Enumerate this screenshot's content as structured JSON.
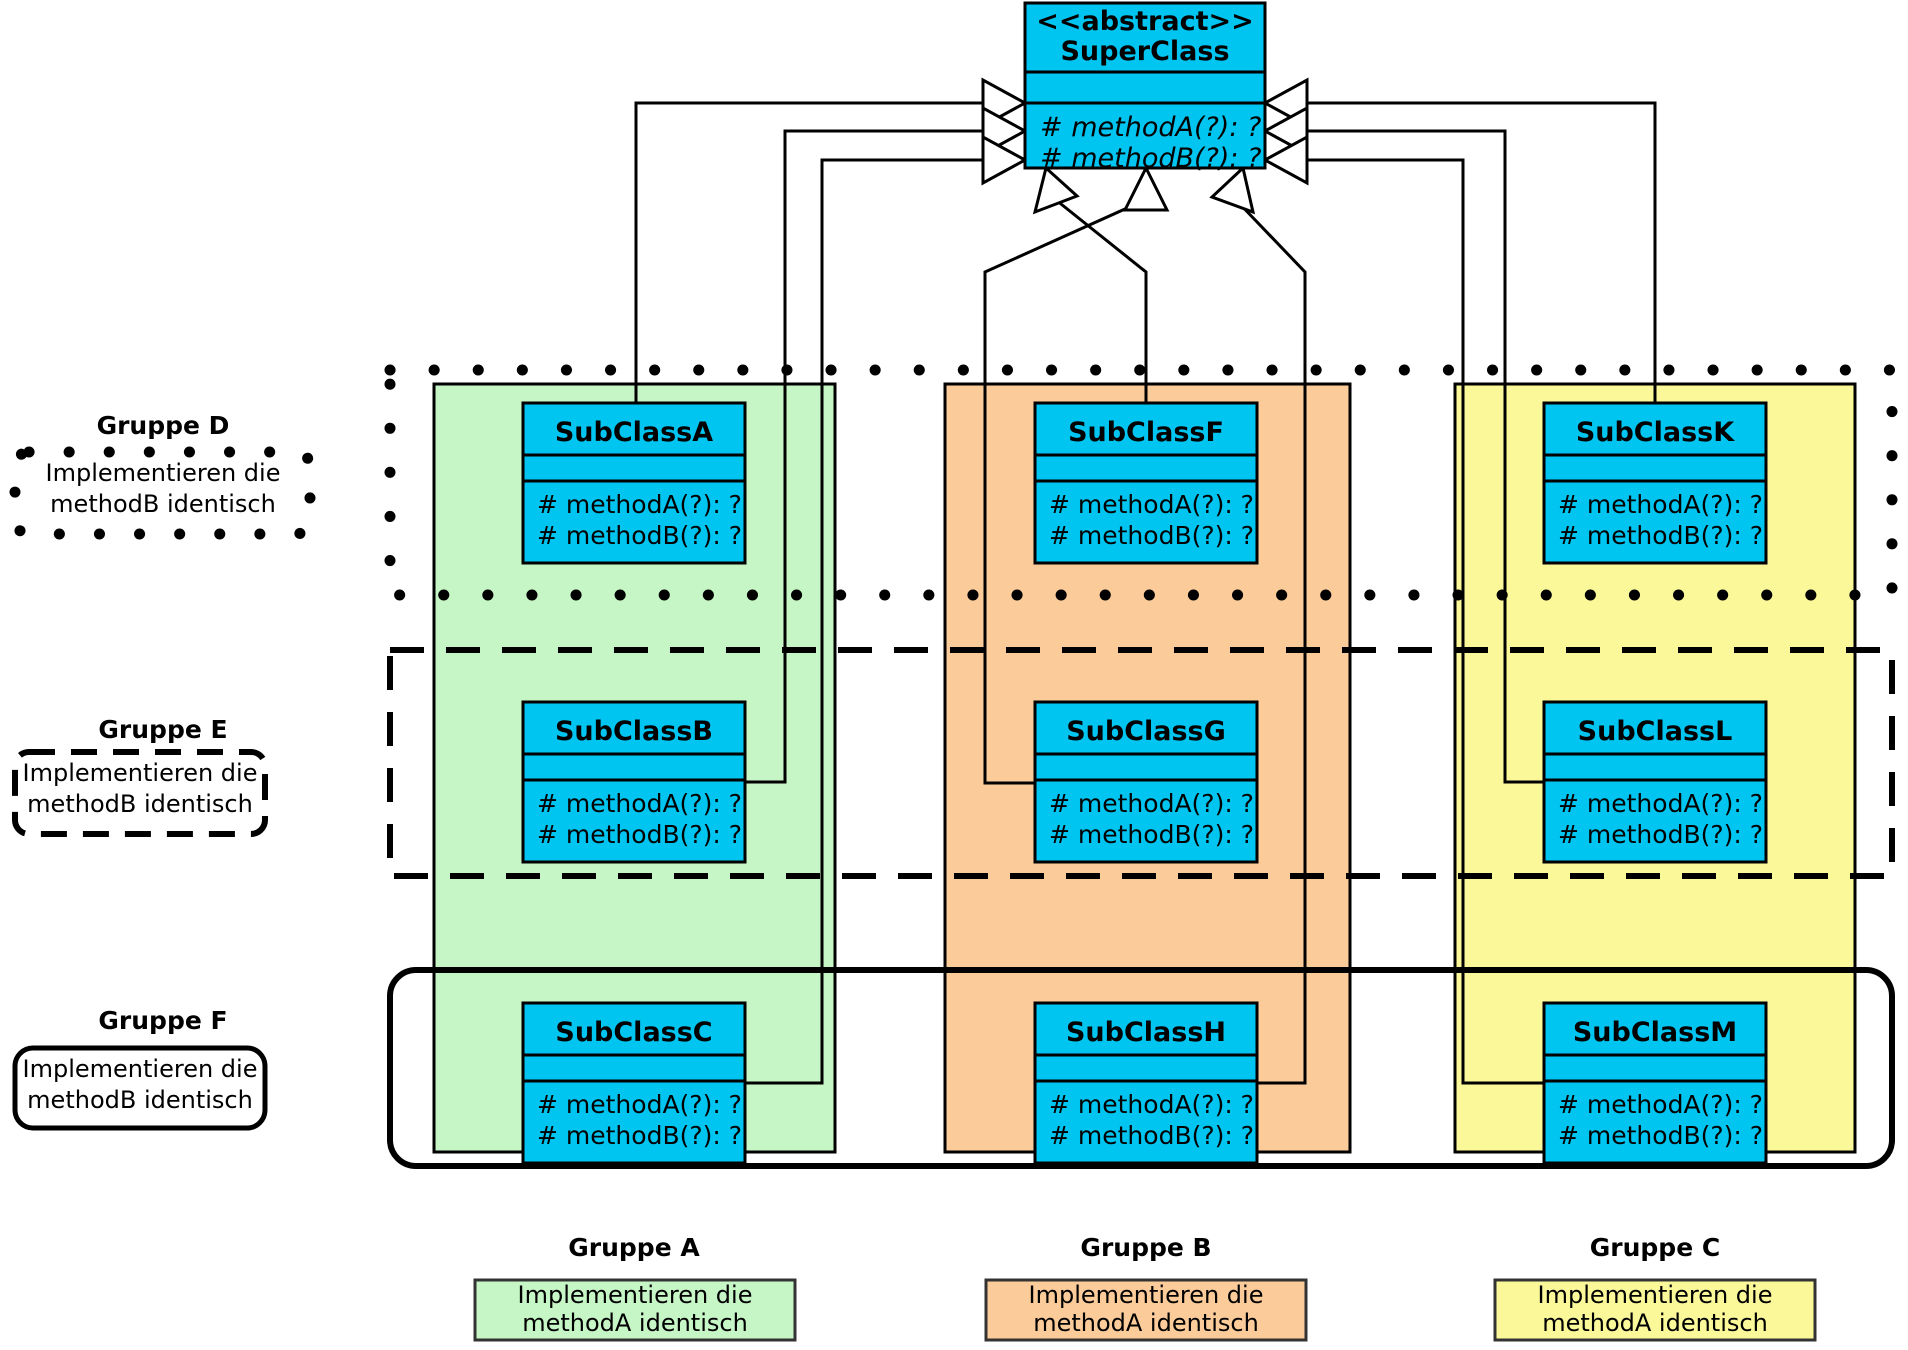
{
  "diagram": {
    "type": "uml-class-diagram",
    "title": "UML class diagram with subclass groups",
    "language": "de"
  },
  "superclass": {
    "stereotype": "<<abstract>>",
    "name": "SuperClass",
    "methods": [
      "# methodA(?): ?",
      "# methodB(?): ?"
    ],
    "fill": "#00c5f0",
    "italic": true
  },
  "subclass_method_a": "# methodA(?): ?",
  "subclass_method_b": "# methodB(?): ?",
  "columns": [
    {
      "id": "col-a",
      "group_label": "Gruppe A",
      "legend_line1": "Implementieren die",
      "legend_line2": "methodA identisch",
      "fill": "#c6f5c6",
      "classes": [
        "SubClassA",
        "SubClassB",
        "SubClassC"
      ]
    },
    {
      "id": "col-b",
      "group_label": "Gruppe B",
      "legend_line1": "Implementieren die",
      "legend_line2": "methodA identisch",
      "fill": "#fbcb9a",
      "classes": [
        "SubClassF",
        "SubClassG",
        "SubClassH"
      ]
    },
    {
      "id": "col-c",
      "group_label": "Gruppe C",
      "legend_line1": "Implementieren die",
      "legend_line2": "methodA identisch",
      "fill": "#fbf89a",
      "classes": [
        "SubClassK",
        "SubClassL",
        "SubClassM"
      ]
    }
  ],
  "rows": [
    {
      "id": "row-d",
      "group_label": "Gruppe D",
      "legend_line1": "Implementieren die",
      "legend_line2": "methodB identisch",
      "border_style": "dotted"
    },
    {
      "id": "row-e",
      "group_label": "Gruppe E",
      "legend_line1": "Implementieren die",
      "legend_line2": "methodB identisch",
      "border_style": "dashed"
    },
    {
      "id": "row-f",
      "group_label": "Gruppe F",
      "legend_line1": "Implementieren die",
      "legend_line2": "methodB identisch",
      "border_style": "solid"
    }
  ],
  "classes": {
    "SubClassA": "SubClassA",
    "SubClassB": "SubClassB",
    "SubClassC": "SubClassC",
    "SubClassF": "SubClassF",
    "SubClassG": "SubClassG",
    "SubClassH": "SubClassH",
    "SubClassK": "SubClassK",
    "SubClassL": "SubClassL",
    "SubClassM": "SubClassM"
  },
  "relationships": {
    "kind": "generalization",
    "arrow": "hollow-triangle",
    "count": 9,
    "note": "All nine subclasses generalize SuperClass"
  }
}
